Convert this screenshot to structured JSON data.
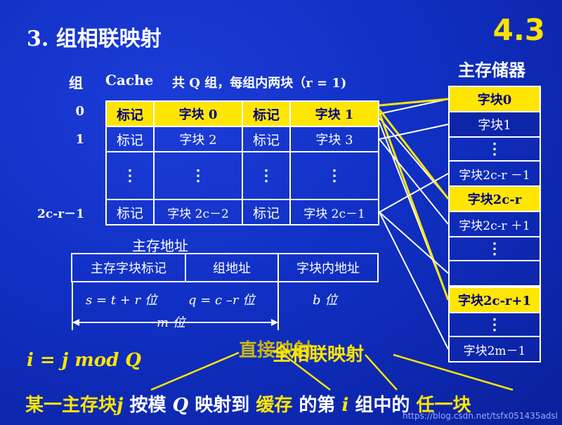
{
  "title": "3. 组相联映射",
  "section_no": "4.3",
  "cache": {
    "group_header": "组",
    "label": "Cache",
    "description": "共 Q 组，每组内两块（r = 1)",
    "row_labels": [
      "0",
      "1",
      "2c-r－1"
    ],
    "rows": [
      [
        "标记",
        "字块 0",
        "标记",
        "字块 1"
      ],
      [
        "标记",
        "字块 2",
        "标记",
        "字块 3"
      ],
      [
        "⋮",
        "⋮",
        "⋮",
        "⋮"
      ],
      [
        "标记",
        "字块 2c－2",
        "标记",
        "字块 2c－1"
      ]
    ]
  },
  "main_memory": {
    "title": "主存储器",
    "blocks": [
      "字块0",
      "字块1",
      "⋮",
      "字块2c-r －1",
      "字块2c-r",
      "字块2c-r ＋1",
      "⋮",
      "",
      "字块2c-r+1",
      "⋮",
      "字块2m－1"
    ]
  },
  "address": {
    "title": "主存地址",
    "fields": [
      "主存字块标记",
      "组地址",
      "字块内地址"
    ],
    "bits": [
      "s = t + r  位",
      "q = c –r 位",
      "b 位"
    ],
    "total": "m 位"
  },
  "formula": "i = j mod Q",
  "mapping_labels": [
    "直接映射",
    "全相联映射"
  ],
  "bottom_text": [
    "某一主存块",
    "j",
    " 按模 ",
    "Q",
    " 映射到 ",
    "缓存",
    " 的第 ",
    "i",
    " 组中的 ",
    "任一块"
  ],
  "watermark": "https://blog.csdn.net/tsfx051435adsl"
}
